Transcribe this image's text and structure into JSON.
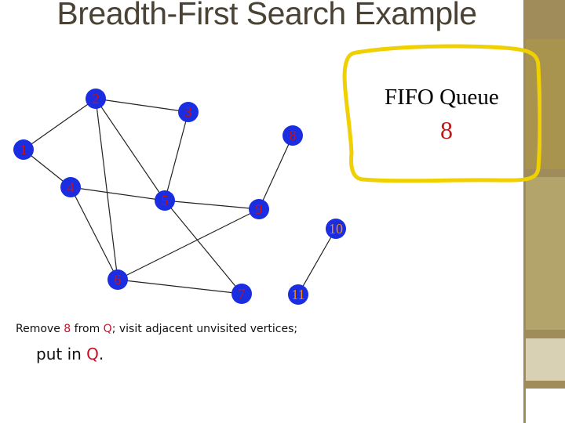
{
  "title": "Breadth-First Search Example",
  "queue": {
    "title": "FIFO Queue",
    "contents": "8"
  },
  "graph": {
    "vertices": [
      {
        "id": "2",
        "color": "#cc1111"
      },
      {
        "id": "3",
        "color": "#cc1111"
      },
      {
        "id": "1",
        "color": "#cc1111"
      },
      {
        "id": "8",
        "color": "#cc1111"
      },
      {
        "id": "4",
        "color": "#cc1111"
      },
      {
        "id": "5",
        "color": "#cc1111"
      },
      {
        "id": "9",
        "color": "#cc1111"
      },
      {
        "id": "10",
        "color": "#ff8800"
      },
      {
        "id": "6",
        "color": "#cc1111"
      },
      {
        "id": "7",
        "color": "#cc1111"
      },
      {
        "id": "11",
        "color": "#ff8800"
      }
    ],
    "edges": [
      [
        "2",
        "3"
      ],
      [
        "2",
        "1"
      ],
      [
        "2",
        "6"
      ],
      [
        "2",
        "5"
      ],
      [
        "1",
        "4"
      ],
      [
        "3",
        "5"
      ],
      [
        "8",
        "9"
      ],
      [
        "4",
        "5"
      ],
      [
        "4",
        "6"
      ],
      [
        "5",
        "9"
      ],
      [
        "5",
        "7"
      ],
      [
        "9",
        "6"
      ],
      [
        "6",
        "7"
      ],
      [
        "10",
        "11"
      ]
    ]
  },
  "caption": {
    "line1_prefix": "Remove ",
    "line1_vertex": "8",
    "line1_mid": " from ",
    "line1_queue": "Q",
    "line1_suffix": "; visit adjacent unvisited vertices;",
    "line2_prefix": "put in ",
    "line2_queue": "Q",
    "line2_suffix": "."
  },
  "colors": {
    "highlight": "#c0122a",
    "fill": "#1a2de0",
    "queue_border": "#f0d000"
  }
}
